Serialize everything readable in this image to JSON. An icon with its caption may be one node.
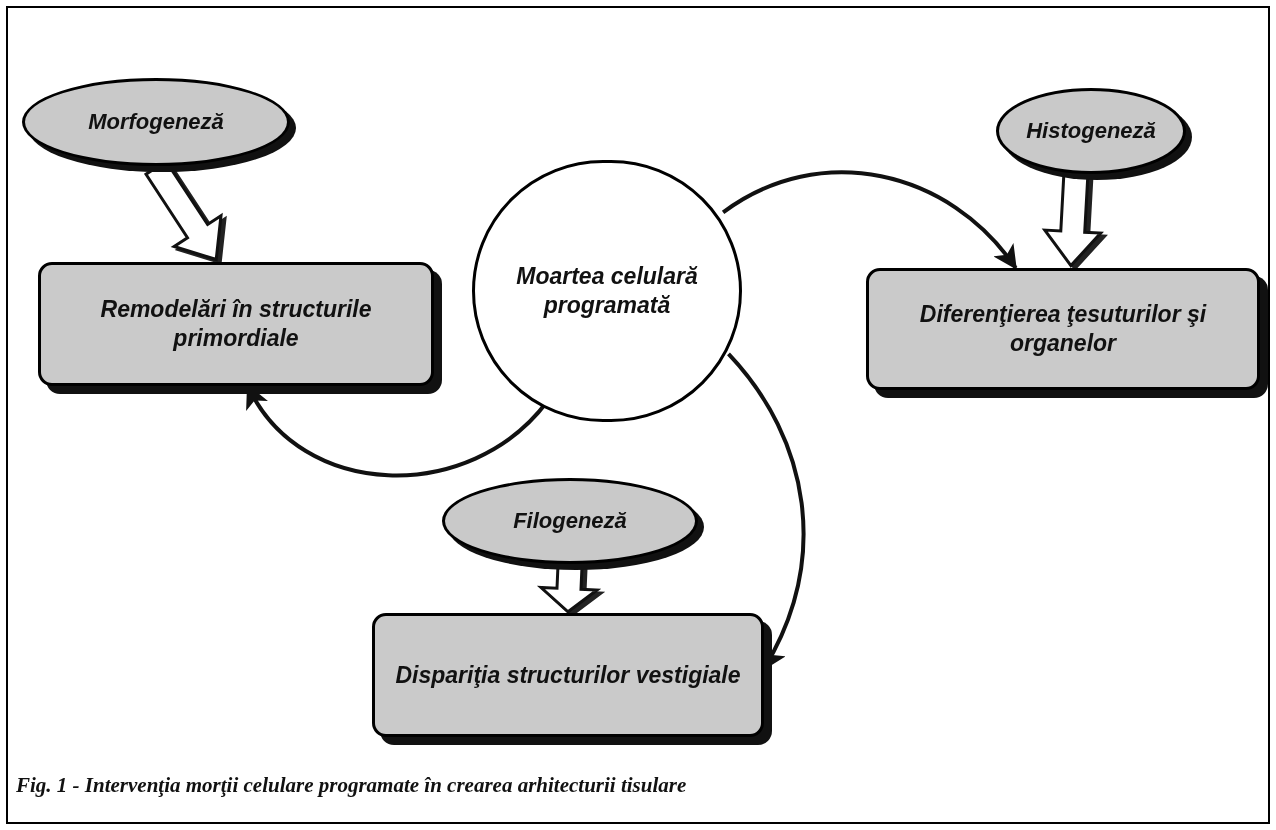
{
  "diagram": {
    "caption": "Fig. 1 - Intervenţia morţii celulare programate în crearea arhitecturii tisulare",
    "nodes": [
      {
        "text": [
          "Morfogeneză"
        ]
      },
      {
        "text": [
          "Remodelări în structurile primordiale"
        ]
      },
      {
        "text": [
          "Moartea celulară programată"
        ]
      },
      {
        "text": [
          "Histogeneză"
        ]
      },
      {
        "text": [
          "Diferenţierea ţesuturilor şi organelor"
        ]
      },
      {
        "text": [
          "Filogeneză"
        ]
      },
      {
        "text": [
          "Dispariţia structurilor vestigiale"
        ]
      }
    ],
    "edges": [
      {
        "from": 0,
        "to": 1,
        "arrow": "to",
        "style": "thick"
      },
      {
        "from": 2,
        "to": 1,
        "arrow": "to"
      },
      {
        "from": 2,
        "to": 4,
        "arrow": "to"
      },
      {
        "from": 3,
        "to": 4,
        "arrow": "to",
        "style": "thick"
      },
      {
        "from": 5,
        "to": 6,
        "arrow": "to",
        "style": "thick"
      },
      {
        "from": 2,
        "to": 6,
        "arrow": "to"
      }
    ]
  }
}
